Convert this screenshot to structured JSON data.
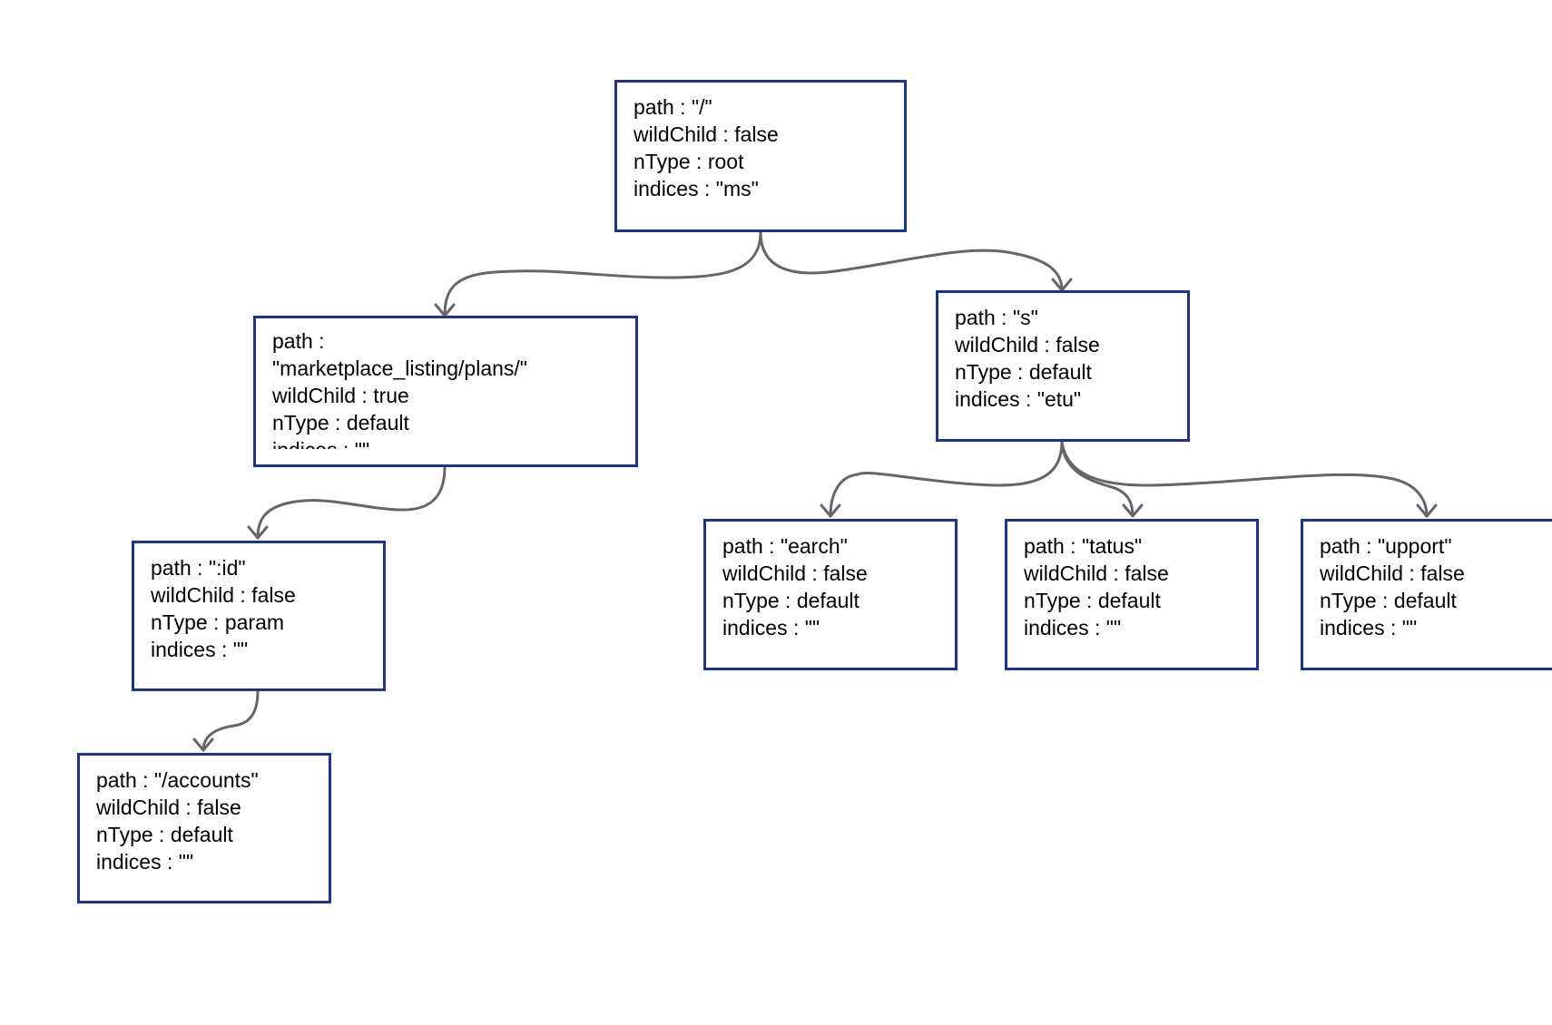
{
  "separator": " : ",
  "nodes": {
    "root": {
      "path": "\"/\"",
      "wildChild": "false",
      "nType": "root",
      "indices": "\"ms\""
    },
    "marketplace": {
      "path": "\"marketplace_listing/plans/\"",
      "wildChild": "true",
      "nType": "default",
      "indices": "\"\""
    },
    "s": {
      "path": "\"s\"",
      "wildChild": "false",
      "nType": "default",
      "indices": "\"etu\""
    },
    "id": {
      "path": "\":id\"",
      "wildChild": "false",
      "nType": "param",
      "indices": "\"\""
    },
    "accounts": {
      "path": "\"/accounts\"",
      "wildChild": "false",
      "nType": "default",
      "indices": "\"\""
    },
    "earch": {
      "path": "\"earch\"",
      "wildChild": "false",
      "nType": "default",
      "indices": "\"\""
    },
    "tatus": {
      "path": "\"tatus\"",
      "wildChild": "false",
      "nType": "default",
      "indices": "\"\""
    },
    "upport": {
      "path": "\"upport\"",
      "wildChild": "false",
      "nType": "default",
      "indices": "\"\""
    }
  },
  "labels": {
    "path": "path",
    "wildChild": "wildChild",
    "nType": "nType",
    "indices": "indices"
  },
  "colors": {
    "node_border": "#1f3583",
    "edge": "#666666"
  }
}
